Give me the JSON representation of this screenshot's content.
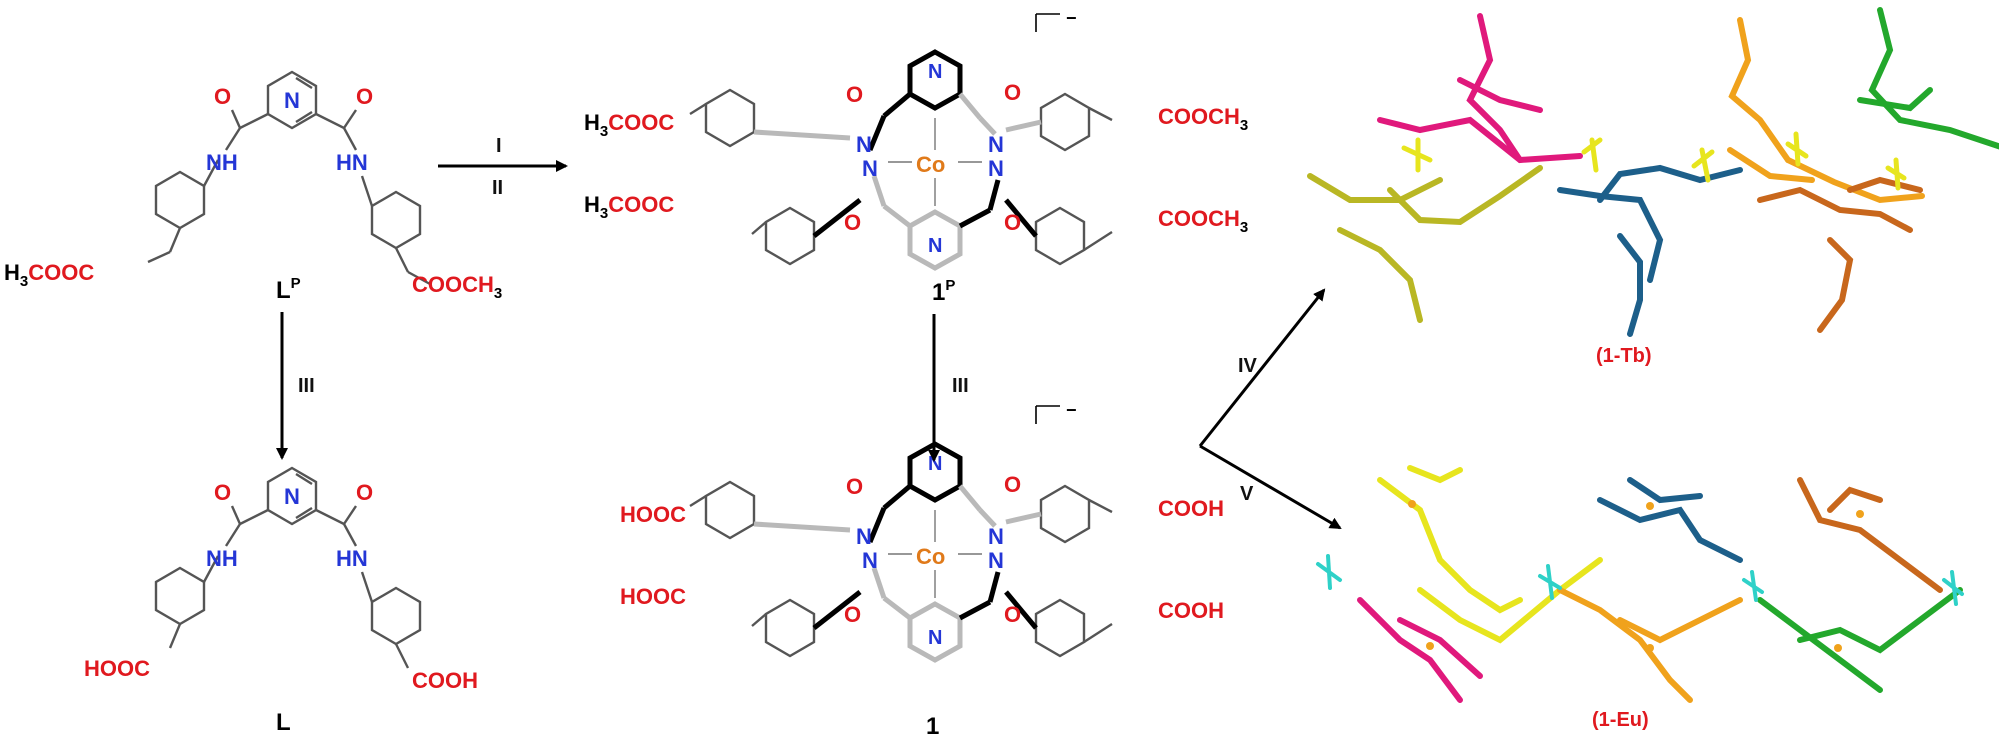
{
  "compounds": {
    "lp": {
      "name": "L",
      "sup": "P"
    },
    "l": {
      "name": "L"
    },
    "one_p": {
      "name": "1",
      "sup": "P"
    },
    "one": {
      "name": "1"
    }
  },
  "steps": {
    "s1": "I",
    "s2": "II",
    "s3": "III",
    "s4": "IV",
    "s5": "V"
  },
  "groups": {
    "ester_h": "H",
    "ester_sub": "3",
    "ester_tail": "COOC",
    "ester_r_pre": "COOCH",
    "ester_r_sub": "3",
    "acid_l": "HOOC",
    "acid_r": "COOH",
    "nh": "NH",
    "hn": "HN",
    "n": "N",
    "o": "O",
    "co": "Co",
    "charge": "−"
  },
  "mofs": {
    "tb": "(1-Tb)",
    "eu": "(1-Eu)"
  },
  "colors": {
    "red": "#e0191f",
    "blue": "#2436d6",
    "cobalt": "#e07a1a",
    "magenta": "#e0197c",
    "gold": "#f0a21c",
    "green": "#23a82c",
    "olive": "#b9b724",
    "teal": "#1d5f8a",
    "brown": "#c8671c",
    "yellow": "#e7e51e",
    "cyan": "#2fd1c8"
  }
}
